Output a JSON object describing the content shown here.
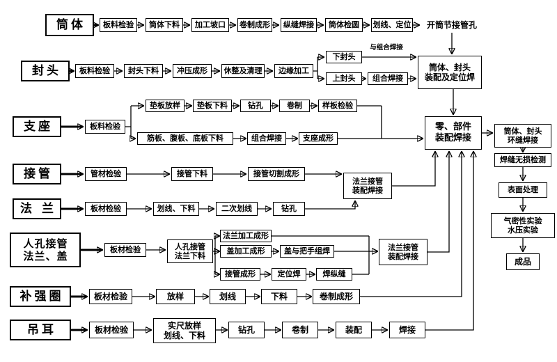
{
  "row1": {
    "category": "筒体",
    "s1": "板料检验",
    "s2": "筒体下料",
    "s3": "加工坡口",
    "s4": "卷制成形",
    "s5": "纵缝焊接",
    "s6": "筒体检圆",
    "s7": "划线、定位",
    "s8": "开筒节接管孔"
  },
  "row2": {
    "category": "封头",
    "s1": "板料检验",
    "s2": "封头下料",
    "s3": "冲压成形",
    "s4": "休整及清理",
    "s5": "边缘加工",
    "lower": "下封头",
    "upper": "上封头",
    "weld_note": "与组合焊接",
    "s6": "组合焊接",
    "assembly": "筒体、封头\n装配及定位焊"
  },
  "row3": {
    "category": "支座",
    "s1": "板料检验",
    "pad1": "垫板放样",
    "pad2": "垫板下料",
    "pad3": "钻孔",
    "pad4": "卷制",
    "pad5": "样板检验",
    "rib1": "筋板、腹板、底板下料",
    "rib2": "组合焊接",
    "rib3": "支座成形"
  },
  "assembly": {
    "parts": "零、部件\n装配焊接"
  },
  "final": {
    "f1": "筒体、封头\n环缝焊接",
    "f2": "焊缝无损检测",
    "f3": "表面处理",
    "f4": "气密性实验\n水压实验",
    "f5": "成品"
  },
  "row4": {
    "category": "接管",
    "s1": "管材检验",
    "s2": "接管下料",
    "s3": "接管切割成形",
    "assembly": "法兰接管\n装配焊接"
  },
  "row5": {
    "category": "法 兰",
    "s1": "板材检验",
    "s2": "划线、下料",
    "s3": "二次划线",
    "s4": "钻孔"
  },
  "row6": {
    "category": "人孔接管\n法兰、盖",
    "s1": "板材检验",
    "s2": "人孔接管\n法兰下料",
    "flange": "法兰加工成形",
    "cover1": "盖加工成形",
    "cover2": "盖与把手组焊",
    "pipe1": "接管成形",
    "pipe2": "定位焊",
    "pipe3": "焊纵缝",
    "assembly": "法兰接管\n装配焊接"
  },
  "row7": {
    "category": "补强圈",
    "s1": "板材检验",
    "s2": "放样",
    "s3": "划线",
    "s4": "下料",
    "s5": "卷制成形"
  },
  "row8": {
    "category": "吊耳",
    "s1": "板材检验",
    "s2": "实尺放样\n划线、下料",
    "s3": "钻孔",
    "s4": "卷制",
    "s5": "装配",
    "s6": "焊接"
  }
}
